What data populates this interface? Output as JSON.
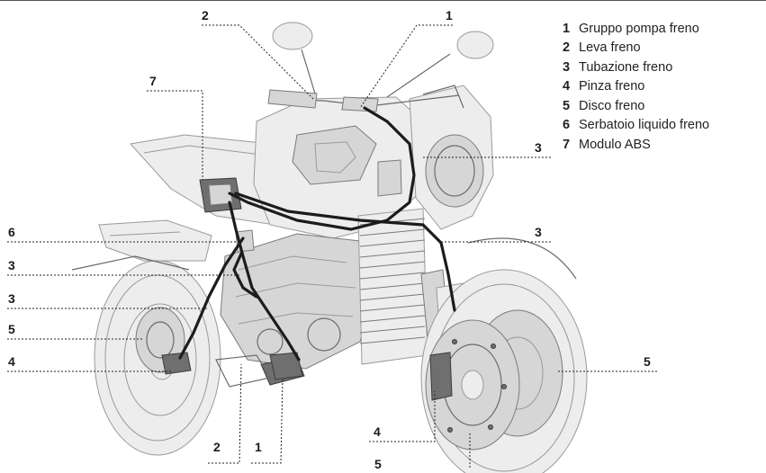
{
  "legend": [
    {
      "num": "1",
      "label": "Gruppo pompa freno"
    },
    {
      "num": "2",
      "label": "Leva freno"
    },
    {
      "num": "3",
      "label": "Tubazione freno"
    },
    {
      "num": "4",
      "label": "Pinza freno"
    },
    {
      "num": "5",
      "label": "Disco freno"
    },
    {
      "num": "6",
      "label": "Serbatoio liquido freno"
    },
    {
      "num": "7",
      "label": "Modulo ABS"
    }
  ],
  "callouts": {
    "pump_top": "1",
    "lever_top": "2",
    "abs_module": "7",
    "hose_right_upper": "3",
    "hose_right_lower": "3",
    "reservoir_left": "6",
    "hose_left_upper": "3",
    "hose_left_lower": "3",
    "disc_left": "5",
    "caliper_left": "4",
    "disc_right": "5",
    "caliper_bottom": "4",
    "disc_bottom": "5",
    "lever_bottom": "2",
    "pump_bottom": "1"
  }
}
